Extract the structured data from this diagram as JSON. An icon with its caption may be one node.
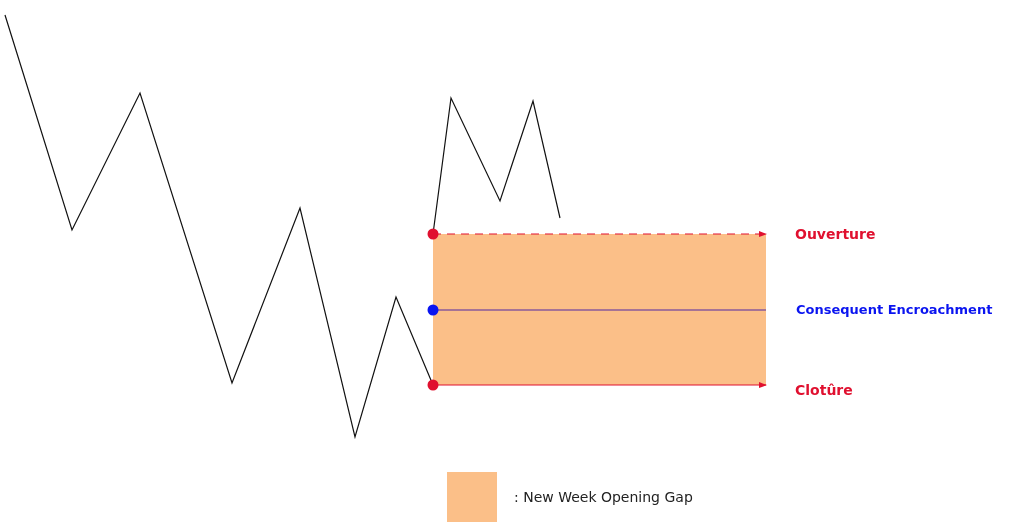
{
  "diagram": {
    "labels": [
      "Ouverture",
      "Consequent Encroachment",
      "Clotûre"
    ],
    "legend": [
      {
        "text": ": New Week Opening Gap",
        "color": "#fbbf88"
      }
    ]
  }
}
